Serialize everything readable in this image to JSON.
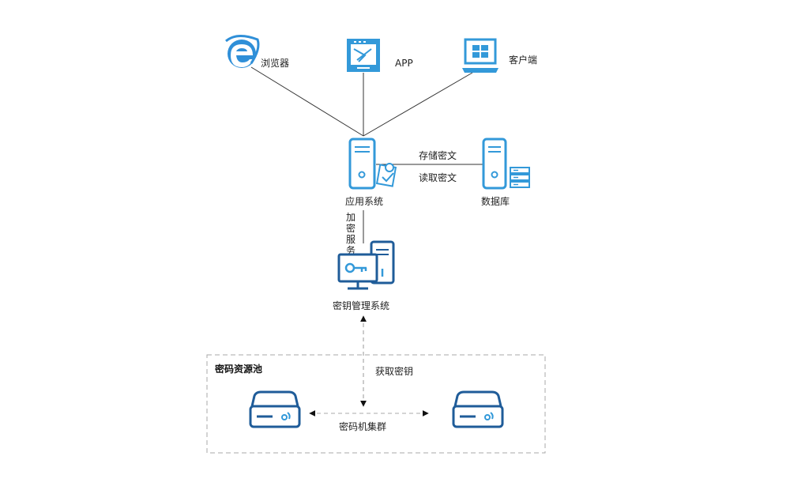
{
  "nodes": {
    "browser": {
      "label": "浏览器",
      "icon": "ie-browser-icon"
    },
    "app": {
      "label": "APP",
      "icon": "app-window-icon"
    },
    "client": {
      "label": "客户端",
      "icon": "desktop-windows-icon"
    },
    "app_system": {
      "label": "应用系统",
      "icon": "server-with-doc-icon"
    },
    "database": {
      "label": "数据库",
      "icon": "database-server-icon"
    },
    "kms": {
      "label": "密钥管理系统",
      "icon": "key-management-pc-icon"
    },
    "hsm_left": {
      "icon": "hsm-device-icon"
    },
    "hsm_right": {
      "icon": "hsm-device-icon"
    }
  },
  "edges": {
    "store_cipher": "存储密文",
    "read_cipher": "读取密文",
    "encrypt_service": [
      "加",
      "密",
      "服",
      "务"
    ],
    "get_key": "获取密钥",
    "hsm_cluster": "密码机集群"
  },
  "groups": {
    "pool": {
      "label": "密码资源池"
    }
  },
  "colors": {
    "light_blue": "#3399d9",
    "dark_blue": "#1f5c99",
    "ie_blue": "#2f8fd8",
    "line": "#333333",
    "dashed_gray": "#aaaaaa"
  }
}
